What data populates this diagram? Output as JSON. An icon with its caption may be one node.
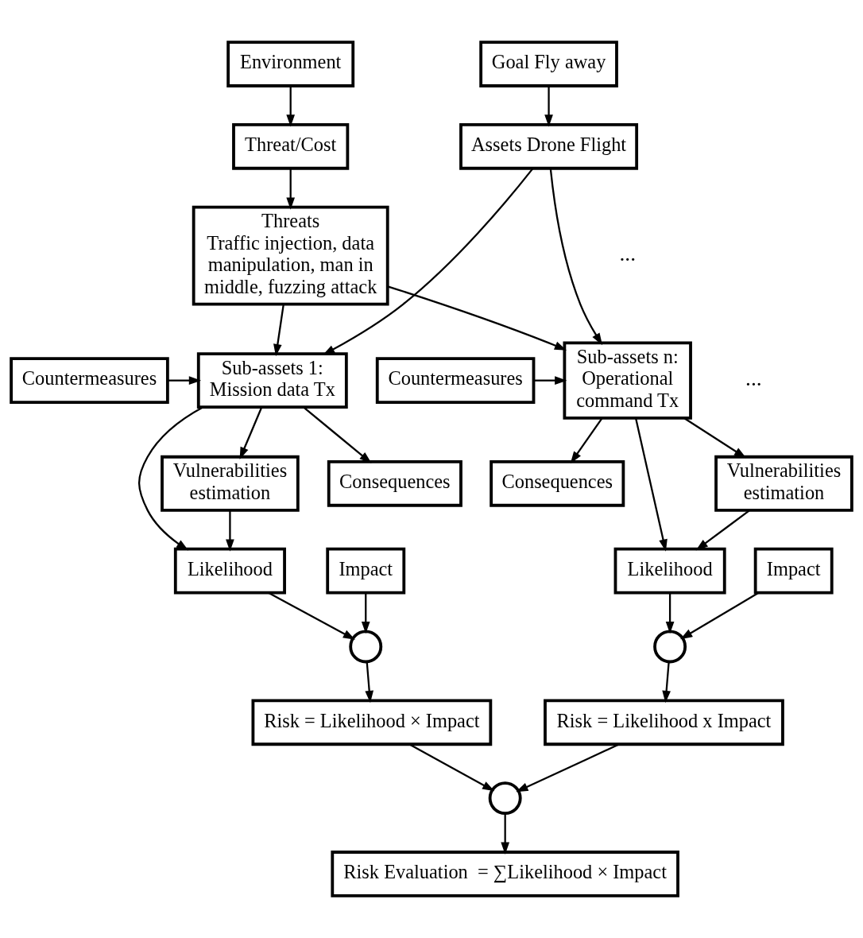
{
  "diagram": {
    "nodes": [
      {
        "text": [
          "Environment"
        ]
      },
      {
        "text": [
          "Goal Fly away"
        ]
      },
      {
        "text": [
          "Threat/Cost"
        ]
      },
      {
        "text": [
          "Assets Drone Flight"
        ]
      },
      {
        "text": [
          "Threats",
          "Traffic injection, data manipulation, man in middle, fuzzing attack"
        ]
      },
      {
        "text": [
          "Sub-assets 1: Mission data Tx"
        ]
      },
      {
        "text": [
          "Countermeasures"
        ]
      },
      {
        "text": [
          "Sub-assets n: Operational command Tx"
        ]
      },
      {
        "text": [
          "Countermeasures"
        ]
      },
      {
        "text": [
          "Vulnerabilities estimation"
        ]
      },
      {
        "text": [
          "Consequences"
        ]
      },
      {
        "text": [
          "Vulnerabilities estimation"
        ]
      },
      {
        "text": [
          "Consequences"
        ]
      },
      {
        "text": [
          "Likelihood"
        ]
      },
      {
        "text": [
          "Impact"
        ]
      },
      {
        "text": [
          "Likelihood"
        ]
      },
      {
        "text": [
          "Impact"
        ]
      },
      {
        "text": [],
        "shape": "circle"
      },
      {
        "text": [],
        "shape": "circle"
      },
      {
        "text": [
          "Risk = Likelihood × Impact"
        ]
      },
      {
        "text": [
          "Risk = Likelihood x Impact"
        ]
      },
      {
        "text": [],
        "shape": "circle"
      },
      {
        "text": [
          "Risk Evaluation  = ∑Likelihood × Impact"
        ]
      }
    ],
    "edges": [
      {
        "from": 0,
        "to": 2,
        "arrow": "to"
      },
      {
        "from": 1,
        "to": 3,
        "arrow": "to"
      },
      {
        "from": 2,
        "to": 4,
        "arrow": "to"
      },
      {
        "from": 4,
        "to": 5,
        "arrow": "to"
      },
      {
        "from": 4,
        "to": 7,
        "arrow": "to"
      },
      {
        "from": 3,
        "to": 5,
        "arrow": "to"
      },
      {
        "from": 3,
        "to": 7,
        "arrow": "to"
      },
      {
        "from": 6,
        "to": 5,
        "arrow": "to"
      },
      {
        "from": 8,
        "to": 7,
        "arrow": "to"
      },
      {
        "from": 5,
        "to": 9,
        "arrow": "to"
      },
      {
        "from": 5,
        "to": 10,
        "arrow": "to"
      },
      {
        "from": 5,
        "to": 13,
        "arrow": "to"
      },
      {
        "from": 9,
        "to": 13,
        "arrow": "to"
      },
      {
        "from": 7,
        "to": 11,
        "arrow": "to"
      },
      {
        "from": 7,
        "to": 12,
        "arrow": "to"
      },
      {
        "from": 7,
        "to": 15,
        "arrow": "to"
      },
      {
        "from": 11,
        "to": 15,
        "arrow": "to"
      },
      {
        "from": 13,
        "to": 17,
        "arrow": "to"
      },
      {
        "from": 14,
        "to": 17,
        "arrow": "to"
      },
      {
        "from": 17,
        "to": 19,
        "arrow": "to"
      },
      {
        "from": 15,
        "to": 18,
        "arrow": "to"
      },
      {
        "from": 16,
        "to": 18,
        "arrow": "to"
      },
      {
        "from": 18,
        "to": 20,
        "arrow": "to"
      },
      {
        "from": 19,
        "to": 21,
        "arrow": "to"
      },
      {
        "from": 20,
        "to": 21,
        "arrow": "to"
      },
      {
        "from": 21,
        "to": 22,
        "arrow": "to"
      }
    ],
    "labels": [
      "...",
      "..."
    ]
  }
}
